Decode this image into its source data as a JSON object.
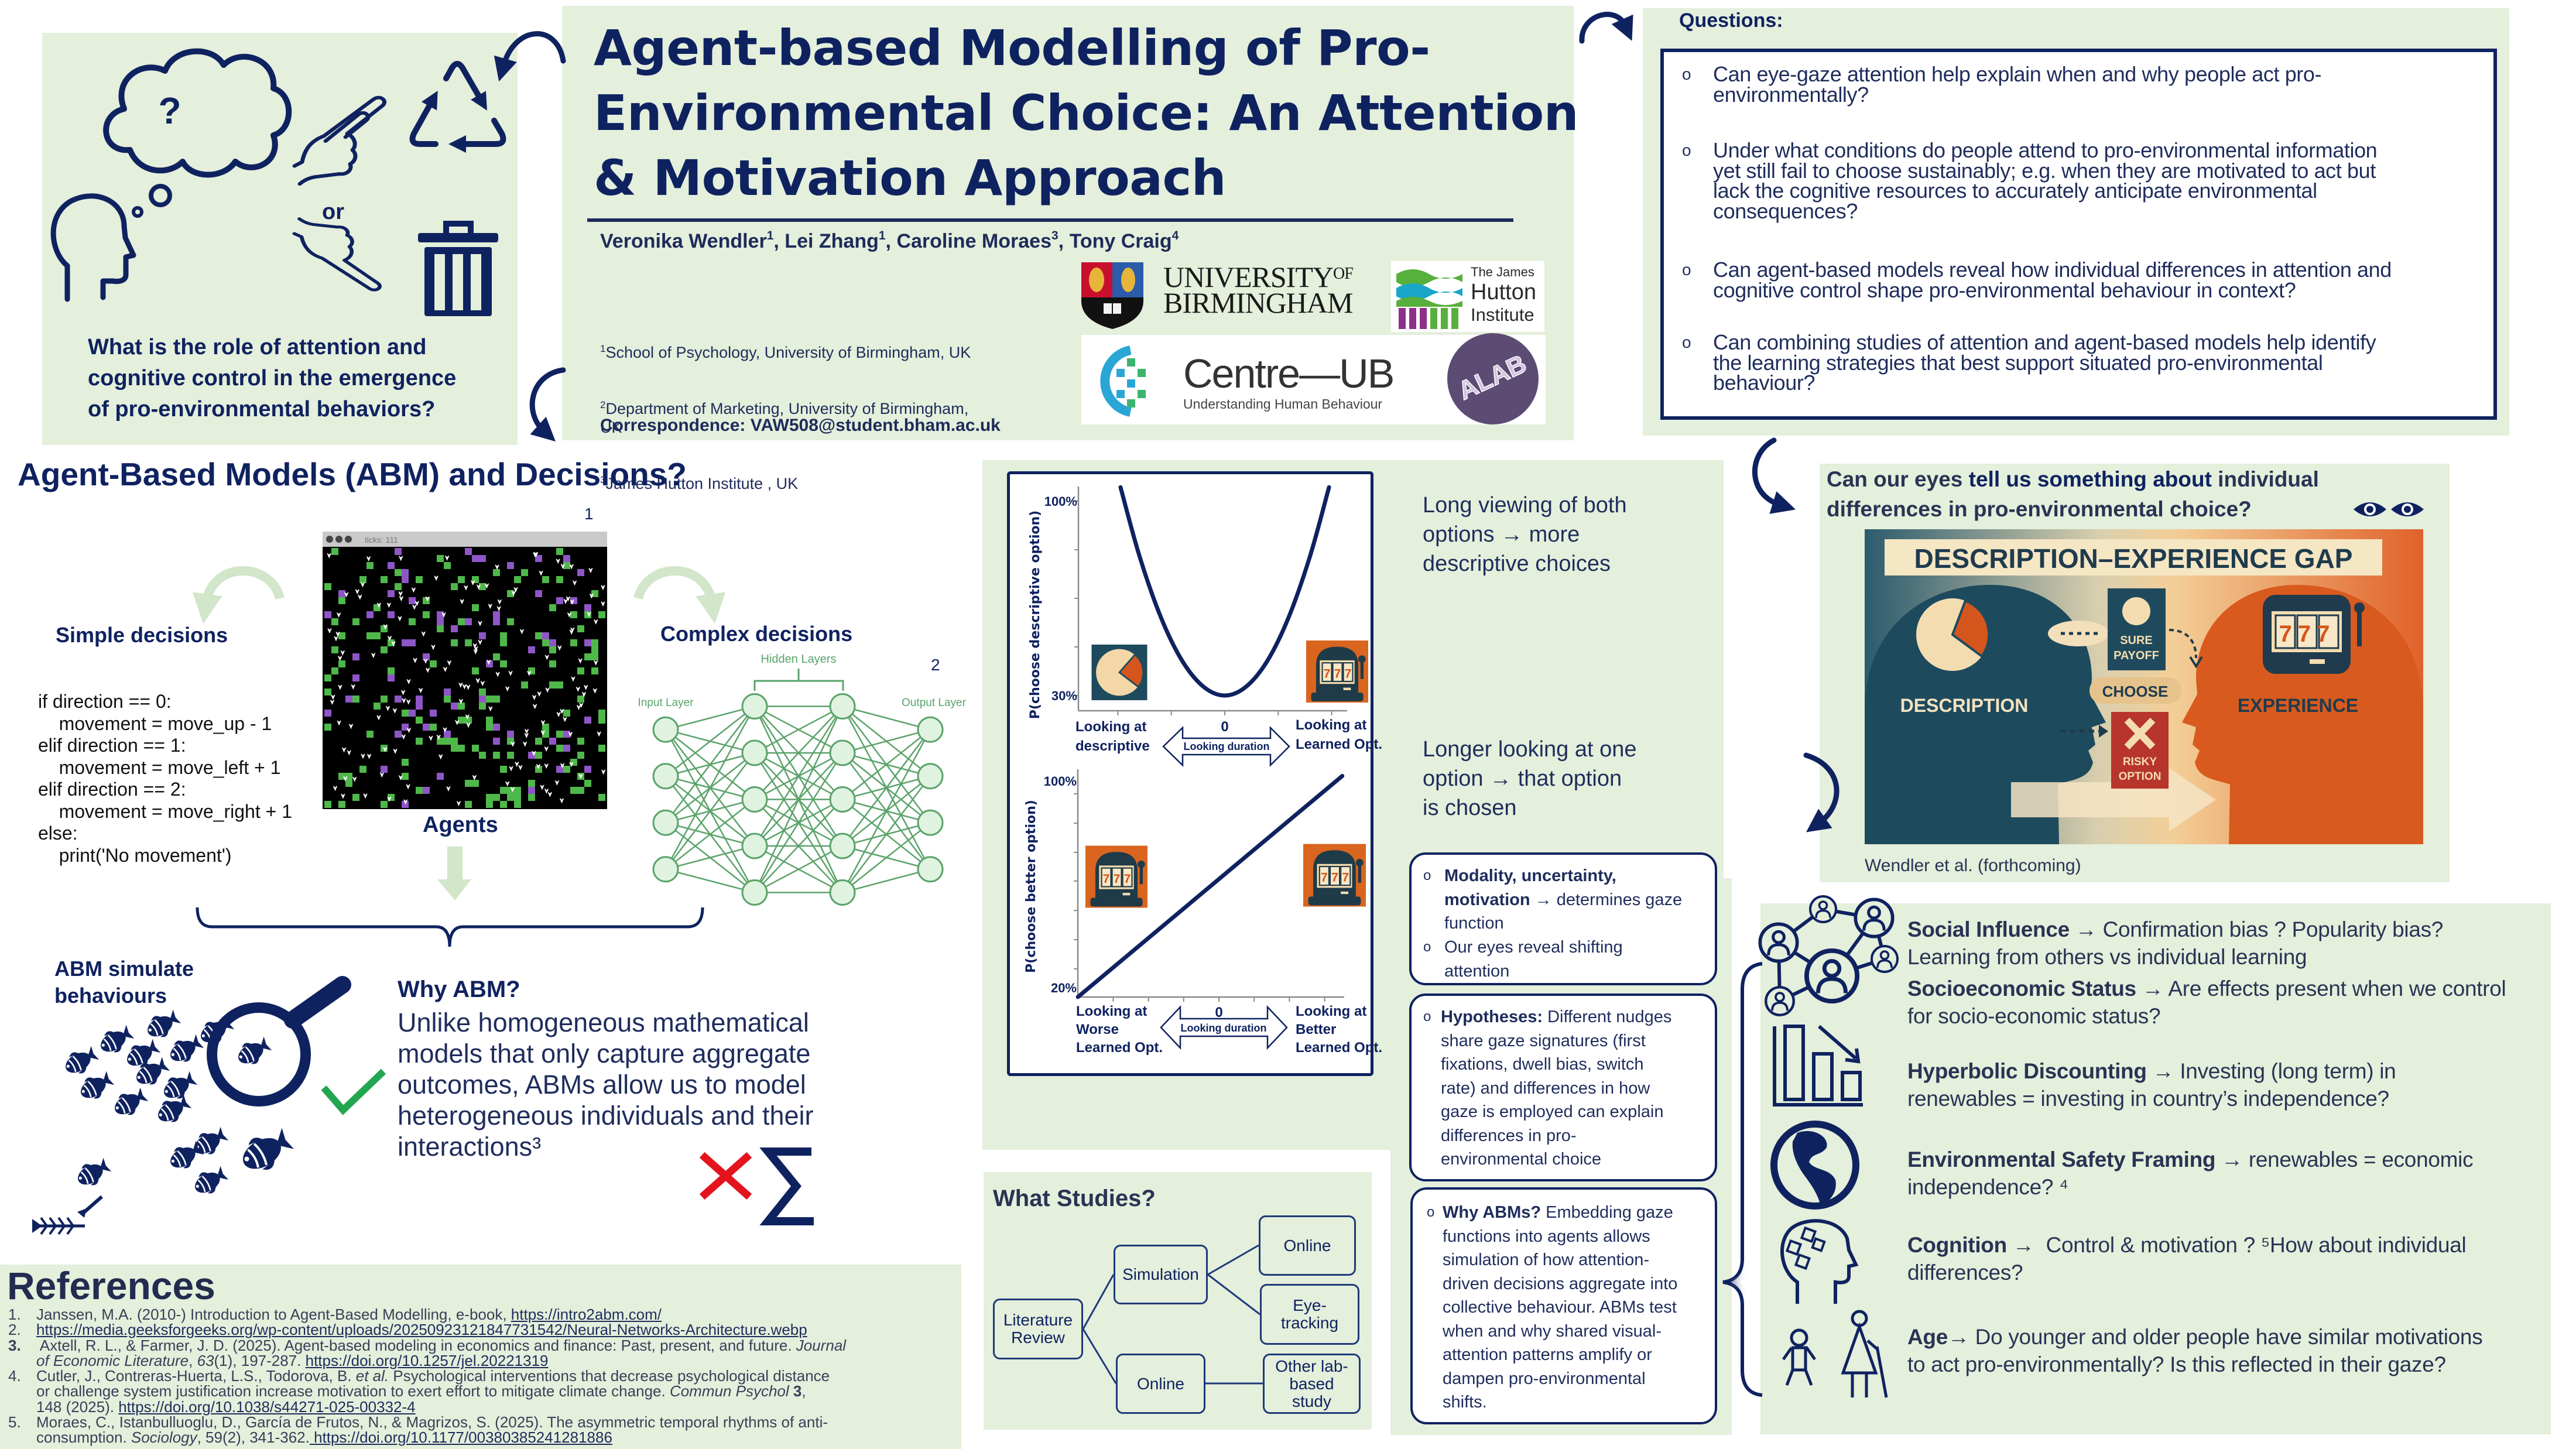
{
  "intro": {
    "question": "What is the role of attention and\ncognitive control in the emergence\nof pro-environmental behaviors?",
    "thought_mark": "?",
    "or_label": "or",
    "icons": [
      "thinking-head-icon",
      "thought-cloud-icon",
      "pointing-hand-icon",
      "recycle-icon",
      "trash-bin-icon"
    ]
  },
  "header": {
    "title": "Agent-based Modelling of Pro-\nEnvironmental Choice: An Attention\n& Motivation Approach",
    "authors": [
      {
        "name": "Veronika Wendler",
        "sup": "1"
      },
      {
        "name": "Lei Zhang",
        "sup": "1"
      },
      {
        "name": "Caroline Moraes",
        "sup": "3"
      },
      {
        "name": "Tony Craig",
        "sup": "4"
      }
    ],
    "author_separator": ", ",
    "affiliations": [
      {
        "sup": "1",
        "text": "School of Psychology, University of Birmingham, UK"
      },
      {
        "sup": "2",
        "text": "Department of Marketing, University of Birmingham,\nUK"
      },
      {
        "sup": "3",
        "text": "James Hutton Institute , UK"
      }
    ],
    "correspondence_label": "Correspondence: ",
    "correspondence_email": "VAW508@student.bham.ac.uk",
    "logos": {
      "birmingham": {
        "line1": "UNIVERSITY",
        "of": "OF",
        "line2": "BIRMINGHAM"
      },
      "hutton": {
        "line1": "The James",
        "line2": "Hutton",
        "line3": "Institute"
      },
      "centre_ub": {
        "name": "Centre—UB",
        "tagline": "Understanding Human Behaviour"
      },
      "alab": {
        "name": "ALAB"
      }
    }
  },
  "questions": {
    "heading": "Questions:",
    "bullet": "o",
    "items": [
      "Can eye-gaze attention help explain when and why people act pro-\nenvironmentally?",
      "Under what conditions do people attend to pro-environmental information\nyet still fail to choose sustainably; e.g. when they are motivated to act but\nlack the cognitive resources to accurately anticipate environmental\nconsequences?",
      "Can agent-based models reveal how individual differences in attention and\ncognitive control shape pro-environmental behaviour in context?",
      "Can combining studies of attention and agent-based models help identify\nthe learning strategies that best support situated pro-environmental\nbehaviour?"
    ]
  },
  "abm": {
    "heading": "Agent-Based Models (ABM) and Decisions?",
    "image_refs": [
      "1",
      "2"
    ],
    "netlogo_ticks": "ticks: 111",
    "simple_label": "Simple decisions",
    "complex_label": "Complex decisions",
    "agents_label": "Agents",
    "code": "if direction == 0:\n    movement = move_up - 1\nelif direction == 1:\n    movement = move_left + 1\nelif direction == 2:\n    movement = move_right + 1\nelse:\n    print('No movement')",
    "nn": {
      "hidden": "Hidden Layers",
      "input": "Input Layer",
      "output": "Output Layer",
      "layers": [
        4,
        5,
        5,
        4
      ]
    },
    "simulate_label": "ABM simulate\nbehaviours",
    "why_heading": "Why ABM?",
    "why_text": "Unlike homogeneous mathematical\nmodels that only capture aggregate\noutcomes, ABMs allow us to model\nheterogeneous individuals and their\ninteractions³",
    "icons": [
      "fish-school-icon",
      "magnifier-icon",
      "checkmark-icon",
      "cross-icon",
      "sigma-icon"
    ]
  },
  "references": {
    "heading": "References",
    "items": [
      {
        "num": "1.",
        "segments": [
          "Janssen, M.A. (2010-) Introduction to Agent-Based Modelling, e-book, ",
          "https://intro2abm.com/"
        ]
      },
      {
        "num": "2.",
        "segments": [
          "https://media.geeksforgeeks.org/wp-content/uploads/20250923121847731542/Neural-Networks-Architecture.webp"
        ]
      },
      {
        "num": "3.",
        "segments": [
          " Axtell, R. L., & Farmer, J. D. (2025). Agent-based modeling in economics and finance: Past, present, and future. ",
          "Journal\nof Economic Literature",
          ", ",
          "63",
          "(1), 197-287. ",
          "https://doi.org/10.1257/jel.20221319"
        ]
      },
      {
        "num": "4.",
        "segments": [
          "Cutler, J., Contreras-Huerta, L.S., Todorova, B. ",
          "et al.",
          " Psychological interventions that decrease psychological distance\nor challenge system justification increase motivation to exert effort to mitigate climate change. ",
          "Commun Psychol",
          " 3",
          ",\n148 (2025). ",
          "https://doi.org/10.1038/s44271-025-00332-4"
        ]
      },
      {
        "num": "5.",
        "segments": [
          "Moraes, C., Istanbulluoglu, D., García de Frutos, N., & Magrizos, S. (2025). The asymmetric temporal rhythms of anti-\nconsumption. ",
          "Sociology",
          ", 59(2), 341-362.",
          " https://doi.org/10.1177/00380385241281886"
        ]
      }
    ]
  },
  "chart_data": [
    {
      "type": "line",
      "title": "",
      "ylabel": "P(choose descriptive option)",
      "xlabel": "Looking duration",
      "x_center_label": "0",
      "x_left_label": [
        "Looking at",
        "descriptive"
      ],
      "x_right_label": [
        "Looking at",
        "Learned Opt."
      ],
      "ytick_labels": [
        {
          "value": 100,
          "label": "100%"
        },
        {
          "value": 30,
          "label": "30%"
        }
      ],
      "ytick_minor": [
        100,
        82.5,
        65,
        47.5,
        30
      ],
      "xticks": [
        -2,
        -1,
        0,
        1,
        2
      ],
      "xlim": [
        -2.75,
        2.3
      ],
      "ylim": [
        24.5,
        105.3
      ],
      "grid": false,
      "legend": "none",
      "series": [
        {
          "name": "P(choose descriptive option)",
          "x": [
            -1.95,
            -1.6,
            -1.2,
            -0.8,
            -0.4,
            0,
            0.4,
            0.8,
            1.2,
            1.6,
            1.95
          ],
          "y": [
            105,
            80.5,
            58.4,
            42.6,
            33.2,
            30,
            33.2,
            42.6,
            58.4,
            80.5,
            105
          ]
        }
      ],
      "icons": {
        "left": "pie-chart-icon",
        "right": "slot-machine-icon"
      }
    },
    {
      "type": "line",
      "title": "",
      "ylabel": "P(choose better option)",
      "xlabel": "Looking duration",
      "x_center_label": "0",
      "x_left_label": [
        "Looking at",
        "Worse",
        "Learned Opt."
      ],
      "x_right_label": [
        "Looking at",
        "Better",
        "Learned Opt."
      ],
      "ytick_labels": [
        {
          "value": 100,
          "label": "100%"
        },
        {
          "value": 20,
          "label": "20%"
        }
      ],
      "ytick_minor": [
        95.1,
        83.7,
        72.4,
        61.3,
        49.9,
        38.6,
        27.3
      ],
      "xticks": [
        -3,
        -2,
        -1,
        0,
        1,
        2,
        3
      ],
      "xlim": [
        -4,
        3.55
      ],
      "ylim": [
        16.4,
        104.5
      ],
      "grid": false,
      "legend": "none",
      "series": [
        {
          "name": "P(choose better option)",
          "x": [
            -4,
            3.5
          ],
          "y": [
            16.4,
            102
          ]
        }
      ],
      "icons": {
        "left": "slot-machine-icon",
        "right": "slot-machine-icon"
      }
    }
  ],
  "gaze": {
    "note1": "Long viewing of both\noptions → more\ndescriptive choices",
    "note2": "Longer looking at one\noption → that option\nis chosen",
    "bullet": "o",
    "boxes": [
      {
        "items": [
          {
            "bold": "Modality, uncertainty,\nmotivation",
            "text": " → determines gaze\nfunction"
          },
          {
            "bold": "",
            "text": "Our eyes reveal shifting\nattention"
          }
        ]
      },
      {
        "items": [
          {
            "bold": "Hypotheses:",
            "text": " Different nudges\nshare gaze signatures (first\nfixations, dwell bias, switch\nrate) and differences in how\ngaze is employed can explain\ndifferences in pro-\nenvironmental choice"
          }
        ]
      },
      {
        "items": [
          {
            "bold": "Why ABMs?",
            "text": " Embedding gaze\nfunctions into agents allows\nsimulation of how attention-\ndriven decisions aggregate into\ncollective behaviour. ABMs test\nwhen and why shared visual-\nattention patterns amplify or\ndampen pro-environmental\nshifts."
          }
        ]
      }
    ]
  },
  "studies": {
    "heading": "What Studies?",
    "nodes": {
      "literature": "Literature\nReview",
      "simulation": "Simulation",
      "online_sim": "Online",
      "eye_tracking": "Eye-\ntracking",
      "online": "Online",
      "other_lab": "Other lab-\nbased\nstudy"
    }
  },
  "eyes": {
    "title_parts": [
      "Can our eyes ",
      "tell us something about",
      " individual\ndifferences in pro-environmental choice?"
    ],
    "image": {
      "banner": "DESCRIPTION–EXPERIENCE GAP",
      "left_label": "DESCRIPTION",
      "right_label": "EXPERIENCE",
      "sure": [
        "SURE",
        "PAYOFF"
      ],
      "choose": "CHOOSE",
      "risky": [
        "RISKY",
        "OPTION"
      ],
      "reels": "777"
    },
    "caption": "Wendler et al. (forthcoming)"
  },
  "factors": [
    {
      "icon": "social-network-icon",
      "bold": "Social Influence",
      "text": " → Confirmation bias ? Popularity bias?\nLearning from others vs individual learning"
    },
    {
      "icon": "",
      "bold": "Socioeconomic Status",
      "text": " → Are effects present when we control\nfor socio-economic status?"
    },
    {
      "icon": "declining-chart-icon",
      "bold": "Hyperbolic Discounting",
      "text": " → Investing (long term) in\nrenewables = investing in country’s independence?"
    },
    {
      "icon": "globe-icon",
      "bold": "Environmental Safety Framing",
      "text": " → renewables = economic\nindependence? ⁴"
    },
    {
      "icon": "head-puzzle-icon",
      "bold": "Cognition",
      "text": " →  Control & motivation ? ⁵How about individual\ndifferences?"
    },
    {
      "icon": "age-groups-icon",
      "bold": "Age",
      "text": "→ Do younger and older people have similar motivations\nto act pro-environmentally? Is this reflected in their gaze?"
    }
  ],
  "colors": {
    "navy": "#0f2260",
    "panel_green": "#e4efdc",
    "check_green": "#22a650",
    "cross_red": "#e5131d",
    "orange": "#d9651f",
    "teal": "#1e4a5e"
  }
}
